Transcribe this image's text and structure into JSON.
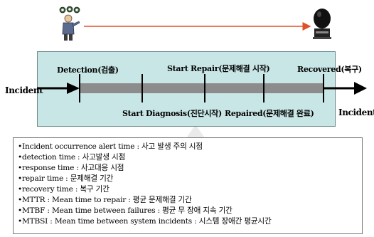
{
  "timeline": {
    "labels": {
      "detection": "Detection(검출)",
      "start_repair": "Start Repair(문제해결 시작)",
      "recovered": "Recovered(복구)",
      "start_diagnosis": "Start Diagnosis(진단시작)",
      "repaired": "Repaired(문제해결 완료)",
      "incident_left": "Incident",
      "incident_right": "Incident"
    }
  },
  "legend": {
    "items": [
      "Incident occurrence alert time : 사고 발생 주의 시점",
      "detection time : 사고발생 시점",
      "response time : 사고대응 시점",
      "repair time : 문제해결 기간",
      "recovery time : 복구 기간",
      "MTTR : Mean time to repair : 평균 문제해결 기간",
      "MTBF : Mean time between failures : 평균 무 장애 지속 기간",
      "MTBSI : Mean time between system incidents : 시스템 장애간 평균시간"
    ]
  },
  "colors": {
    "box_fill": "#c9e6e6",
    "gray_bar": "#8c8c8c",
    "red_arrow": "#e0502a",
    "line": "#000000"
  },
  "icons": [
    "person-with-alarms-icon",
    "alarm-clock-icon"
  ]
}
